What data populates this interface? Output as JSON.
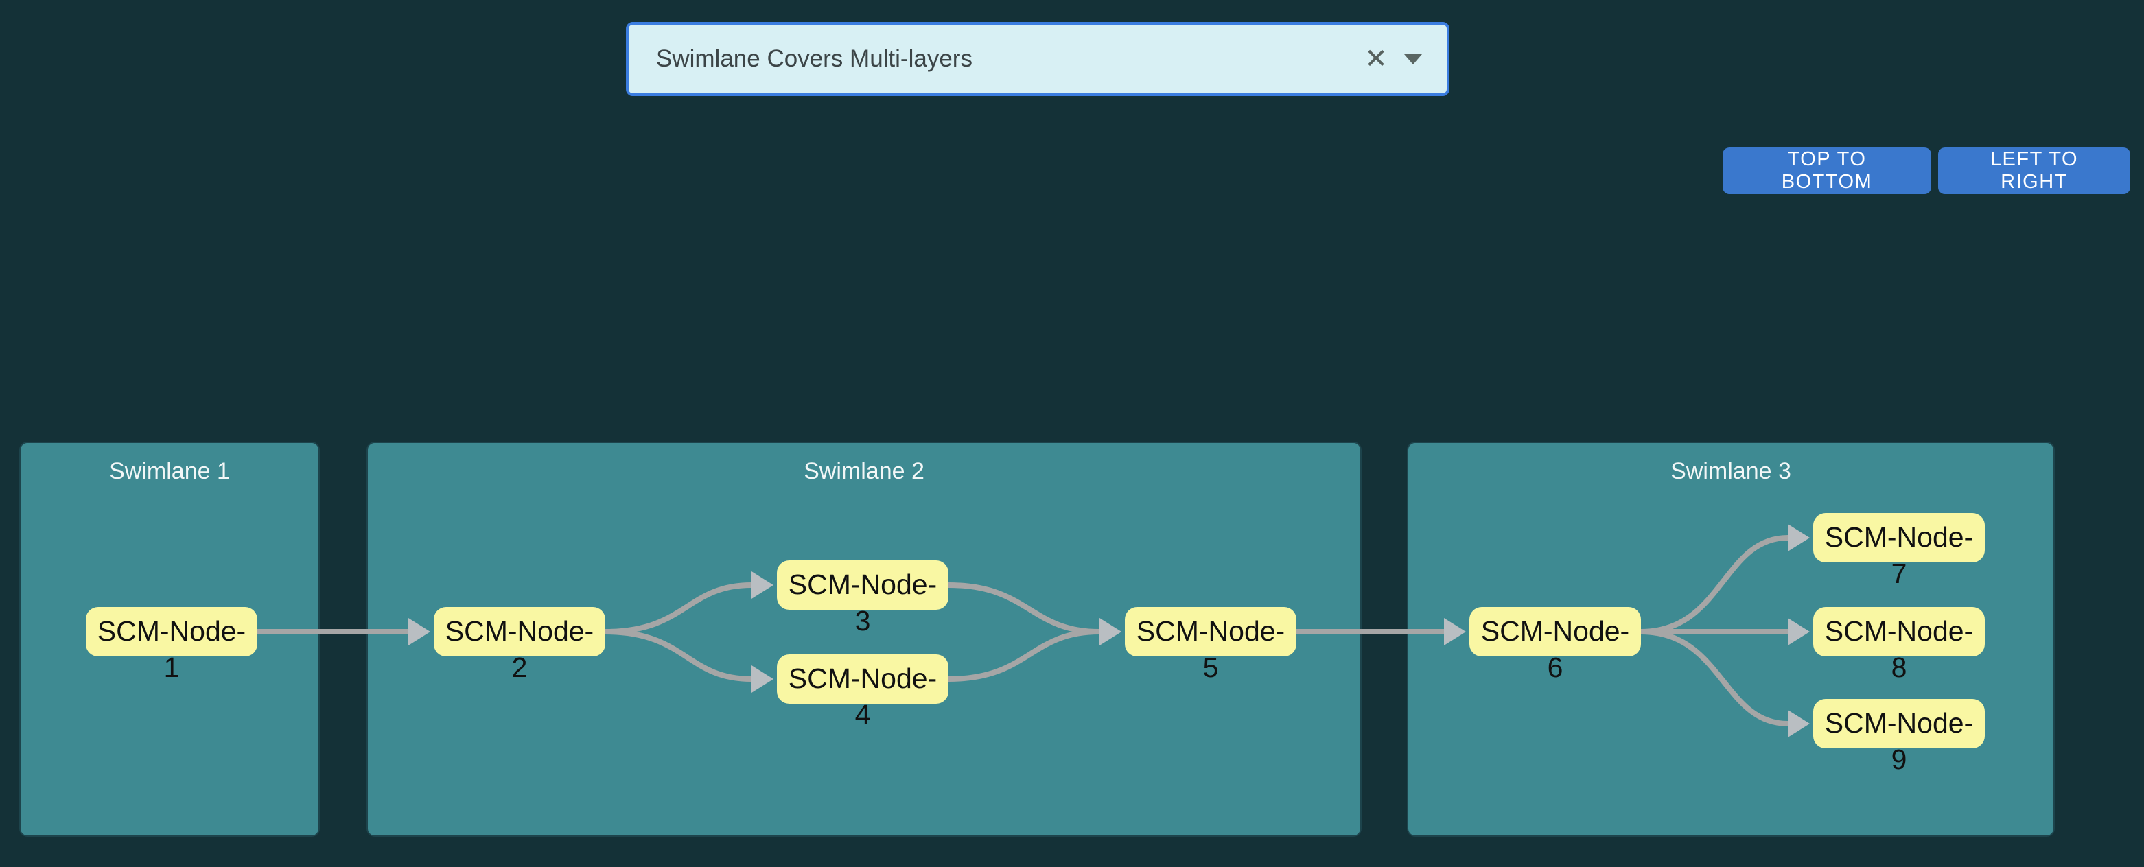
{
  "app": {
    "colors": {
      "canvas_bg": "#143137",
      "swimlane_bg": "#3e8a92",
      "node_bg": "#f9f7a3",
      "node_text": "#111111",
      "edge": "#a6a6a6",
      "arrowhead": "#b9bec2",
      "button_bg": "#3a78cd",
      "button_text": "#ffffff",
      "dropdown_bg": "#d8f0f4",
      "dropdown_border": "#3b7de0"
    }
  },
  "toolbar": {
    "dropdown": {
      "value": "Swimlane Covers Multi-layers",
      "clear_icon": "✕"
    },
    "buttons": [
      {
        "label": "TOP TO BOTTOM"
      },
      {
        "label": "LEFT TO RIGHT"
      }
    ]
  },
  "diagram": {
    "swimlanes": [
      {
        "title": "Swimlane 1",
        "nodes": [
          "SCM-Node-1"
        ]
      },
      {
        "title": "Swimlane 2",
        "nodes": [
          "SCM-Node-2",
          "SCM-Node-3",
          "SCM-Node-4",
          "SCM-Node-5"
        ]
      },
      {
        "title": "Swimlane 3",
        "nodes": [
          "SCM-Node-6",
          "SCM-Node-7",
          "SCM-Node-8",
          "SCM-Node-9"
        ]
      }
    ],
    "nodes": [
      {
        "id": "SCM-Node-1",
        "line1": "SCM-Node-",
        "line2": "1"
      },
      {
        "id": "SCM-Node-2",
        "line1": "SCM-Node-",
        "line2": "2"
      },
      {
        "id": "SCM-Node-3",
        "line1": "SCM-Node-",
        "line2": "3"
      },
      {
        "id": "SCM-Node-4",
        "line1": "SCM-Node-",
        "line2": "4"
      },
      {
        "id": "SCM-Node-5",
        "line1": "SCM-Node-",
        "line2": "5"
      },
      {
        "id": "SCM-Node-6",
        "line1": "SCM-Node-",
        "line2": "6"
      },
      {
        "id": "SCM-Node-7",
        "line1": "SCM-Node-",
        "line2": "7"
      },
      {
        "id": "SCM-Node-8",
        "line1": "SCM-Node-",
        "line2": "8"
      },
      {
        "id": "SCM-Node-9",
        "line1": "SCM-Node-",
        "line2": "9"
      }
    ],
    "edges": [
      {
        "from": "SCM-Node-1",
        "to": "SCM-Node-2"
      },
      {
        "from": "SCM-Node-2",
        "to": "SCM-Node-3"
      },
      {
        "from": "SCM-Node-2",
        "to": "SCM-Node-4"
      },
      {
        "from": "SCM-Node-3",
        "to": "SCM-Node-5"
      },
      {
        "from": "SCM-Node-4",
        "to": "SCM-Node-5"
      },
      {
        "from": "SCM-Node-5",
        "to": "SCM-Node-6"
      },
      {
        "from": "SCM-Node-6",
        "to": "SCM-Node-7"
      },
      {
        "from": "SCM-Node-6",
        "to": "SCM-Node-8"
      },
      {
        "from": "SCM-Node-6",
        "to": "SCM-Node-9"
      }
    ]
  }
}
